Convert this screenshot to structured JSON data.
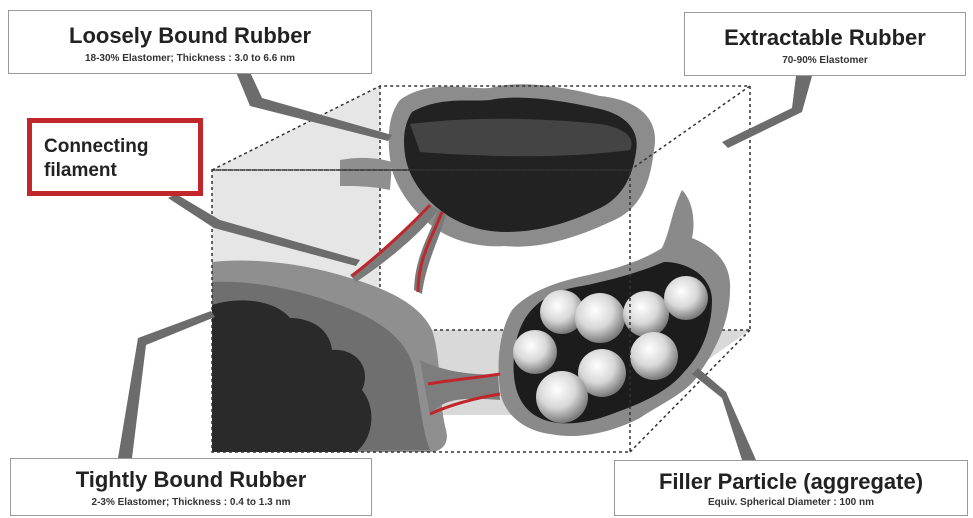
{
  "labels": {
    "loosely_bound": {
      "title": "Loosely Bound Rubber",
      "subtitle": "18-30% Elastomer; Thickness : 3.0 to 6.6 nm"
    },
    "extractable": {
      "title": "Extractable Rubber",
      "subtitle": "70-90% Elastomer"
    },
    "connecting_filament": {
      "title_line1": "Connecting",
      "title_line2": "filament"
    },
    "tightly_bound": {
      "title": "Tightly Bound Rubber",
      "subtitle": "2-3% Elastomer; Thickness : 0.4 to 1.3 nm"
    },
    "filler_particle": {
      "title": "Filler Particle (aggregate)",
      "subtitle": "Equiv. Spherical Diameter : 100 nm"
    }
  },
  "colors": {
    "filament_red": "#c0262a",
    "bound_layer_gray": "#8c8c8c",
    "particle_dark": "#262626",
    "cube_face": "#e2e2e2"
  }
}
